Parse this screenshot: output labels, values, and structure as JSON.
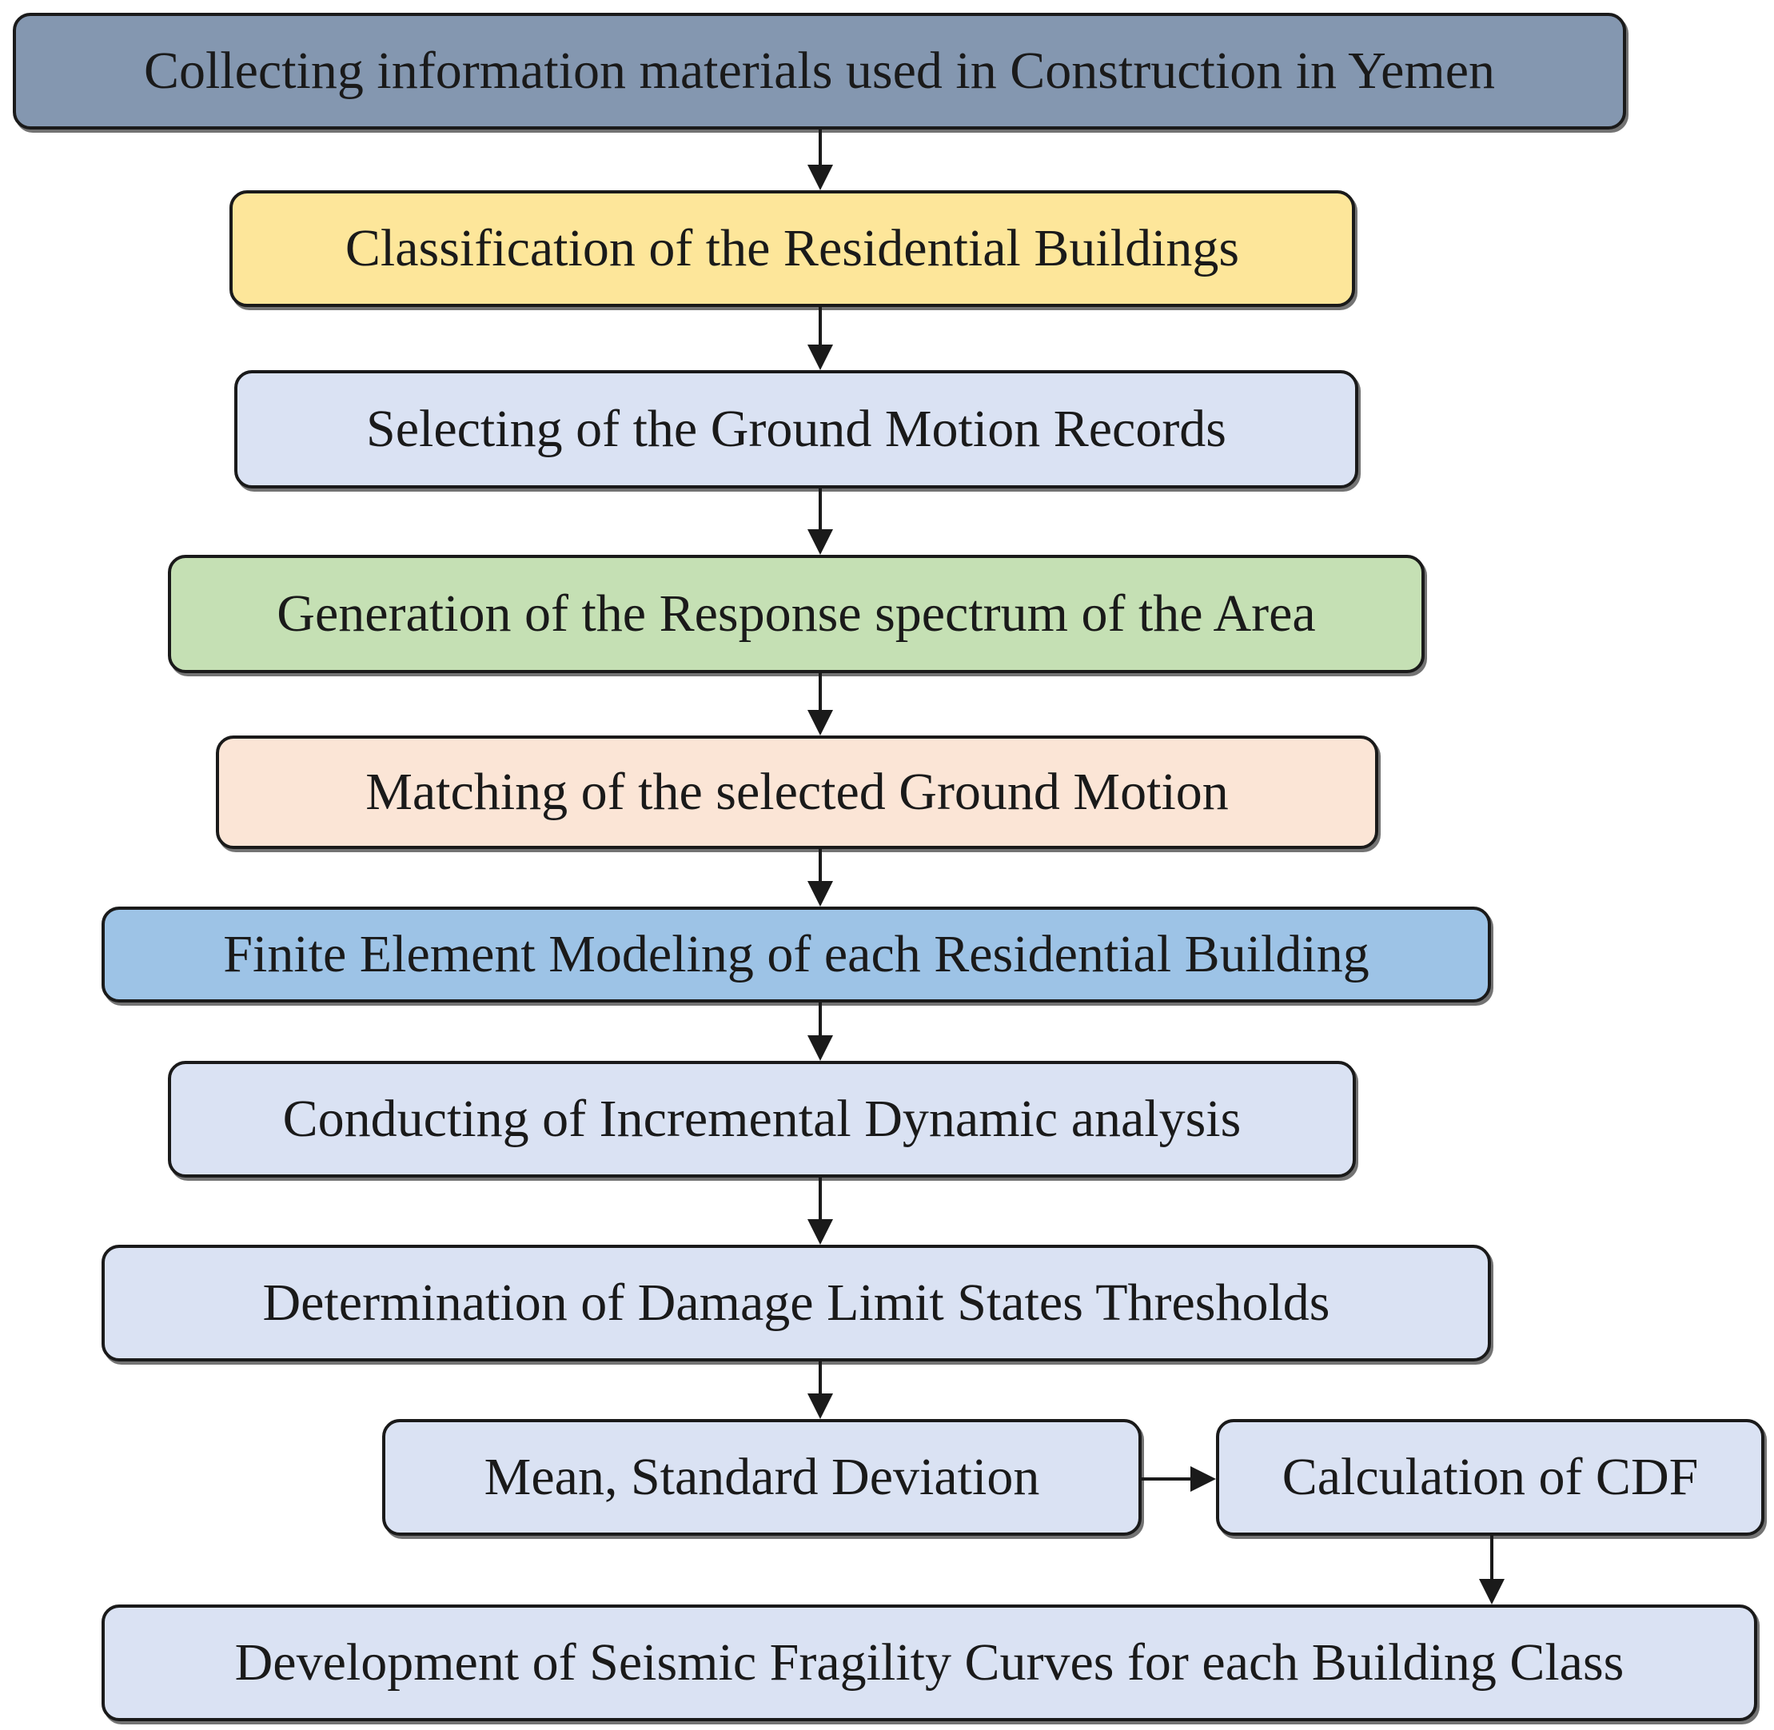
{
  "flowchart": {
    "steps": [
      {
        "label": "Collecting information materials used in Construction in Yemen",
        "color": "#8497b0"
      },
      {
        "label": "Classification of the Residential Buildings",
        "color": "#fde69a"
      },
      {
        "label": "Selecting of the Ground Motion Records",
        "color": "#dae2f3"
      },
      {
        "label": "Generation of the Response spectrum of the Area",
        "color": "#c5e0b4"
      },
      {
        "label": "Matching of the selected Ground Motion",
        "color": "#fbe5d6"
      },
      {
        "label": "Finite Element Modeling of each Residential Building",
        "color": "#9dc3e6"
      },
      {
        "label": "Conducting of Incremental Dynamic analysis",
        "color": "#dae2f3"
      },
      {
        "label": "Determination of Damage Limit States Thresholds",
        "color": "#dae2f3"
      },
      {
        "label": "Mean, Standard Deviation",
        "color": "#dae2f3"
      },
      {
        "label": "Calculation of CDF",
        "color": "#dae2f3"
      },
      {
        "label": "Development of Seismic Fragility Curves for each Building Class",
        "color": "#dae2f3"
      }
    ]
  }
}
